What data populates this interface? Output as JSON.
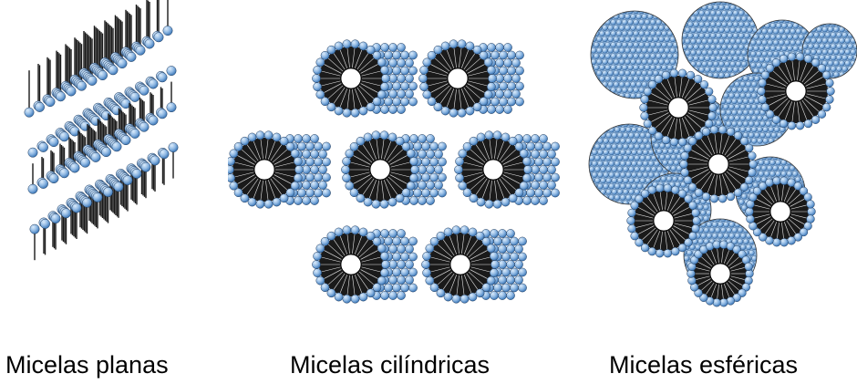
{
  "captions": {
    "planar": "Micelas planas",
    "cylindrical": "Micelas cilíndricas",
    "spherical": "Micelas esféricas"
  },
  "colors": {
    "head_light": "#dcecfb",
    "head_mid": "#8fb8e3",
    "head_dark": "#3d78b8",
    "tail": "#1a1a1a",
    "outline": "#1f3a5c",
    "core": "#ffffff"
  }
}
